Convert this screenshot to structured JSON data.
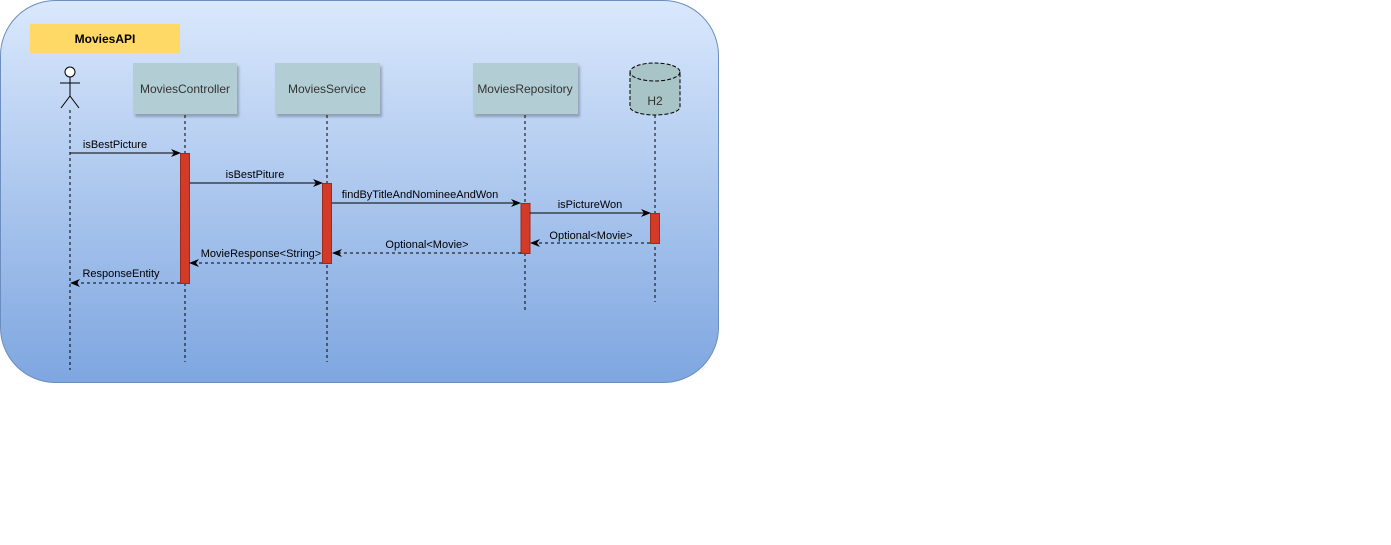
{
  "frame": {
    "title": "MoviesAPI",
    "title_bg": "#ffd966",
    "gradient_top": "#dae8fc",
    "gradient_bottom": "#7ea6e0"
  },
  "colors": {
    "participant_fill": "#b3cdd4",
    "database_fill": "#a9c4c6",
    "activation_fill": "#d13b28",
    "activation_stroke": "#a0291a",
    "line": "#000000"
  },
  "participants": [
    {
      "id": "actor",
      "type": "actor",
      "label": ""
    },
    {
      "id": "controller",
      "type": "box",
      "label": "MoviesController"
    },
    {
      "id": "service",
      "type": "box",
      "label": "MoviesService"
    },
    {
      "id": "repository",
      "type": "box",
      "label": "MoviesRepository"
    },
    {
      "id": "h2",
      "type": "database",
      "label": "H2"
    }
  ],
  "messages": [
    {
      "from": "actor",
      "to": "controller",
      "label": "isBestPicture",
      "kind": "call"
    },
    {
      "from": "controller",
      "to": "service",
      "label": "isBestPiture",
      "kind": "call"
    },
    {
      "from": "service",
      "to": "repository",
      "label": "findByTitleAndNomineeAndWon",
      "kind": "call"
    },
    {
      "from": "repository",
      "to": "h2",
      "label": "isPictureWon",
      "kind": "call"
    },
    {
      "from": "h2",
      "to": "repository",
      "label": "Optional<Movie>",
      "kind": "return"
    },
    {
      "from": "repository",
      "to": "service",
      "label": "Optional<Movie>",
      "kind": "return"
    },
    {
      "from": "service",
      "to": "controller",
      "label": "MovieResponse<String>",
      "kind": "return"
    },
    {
      "from": "controller",
      "to": "actor",
      "label": "ResponseEntity",
      "kind": "return"
    }
  ]
}
